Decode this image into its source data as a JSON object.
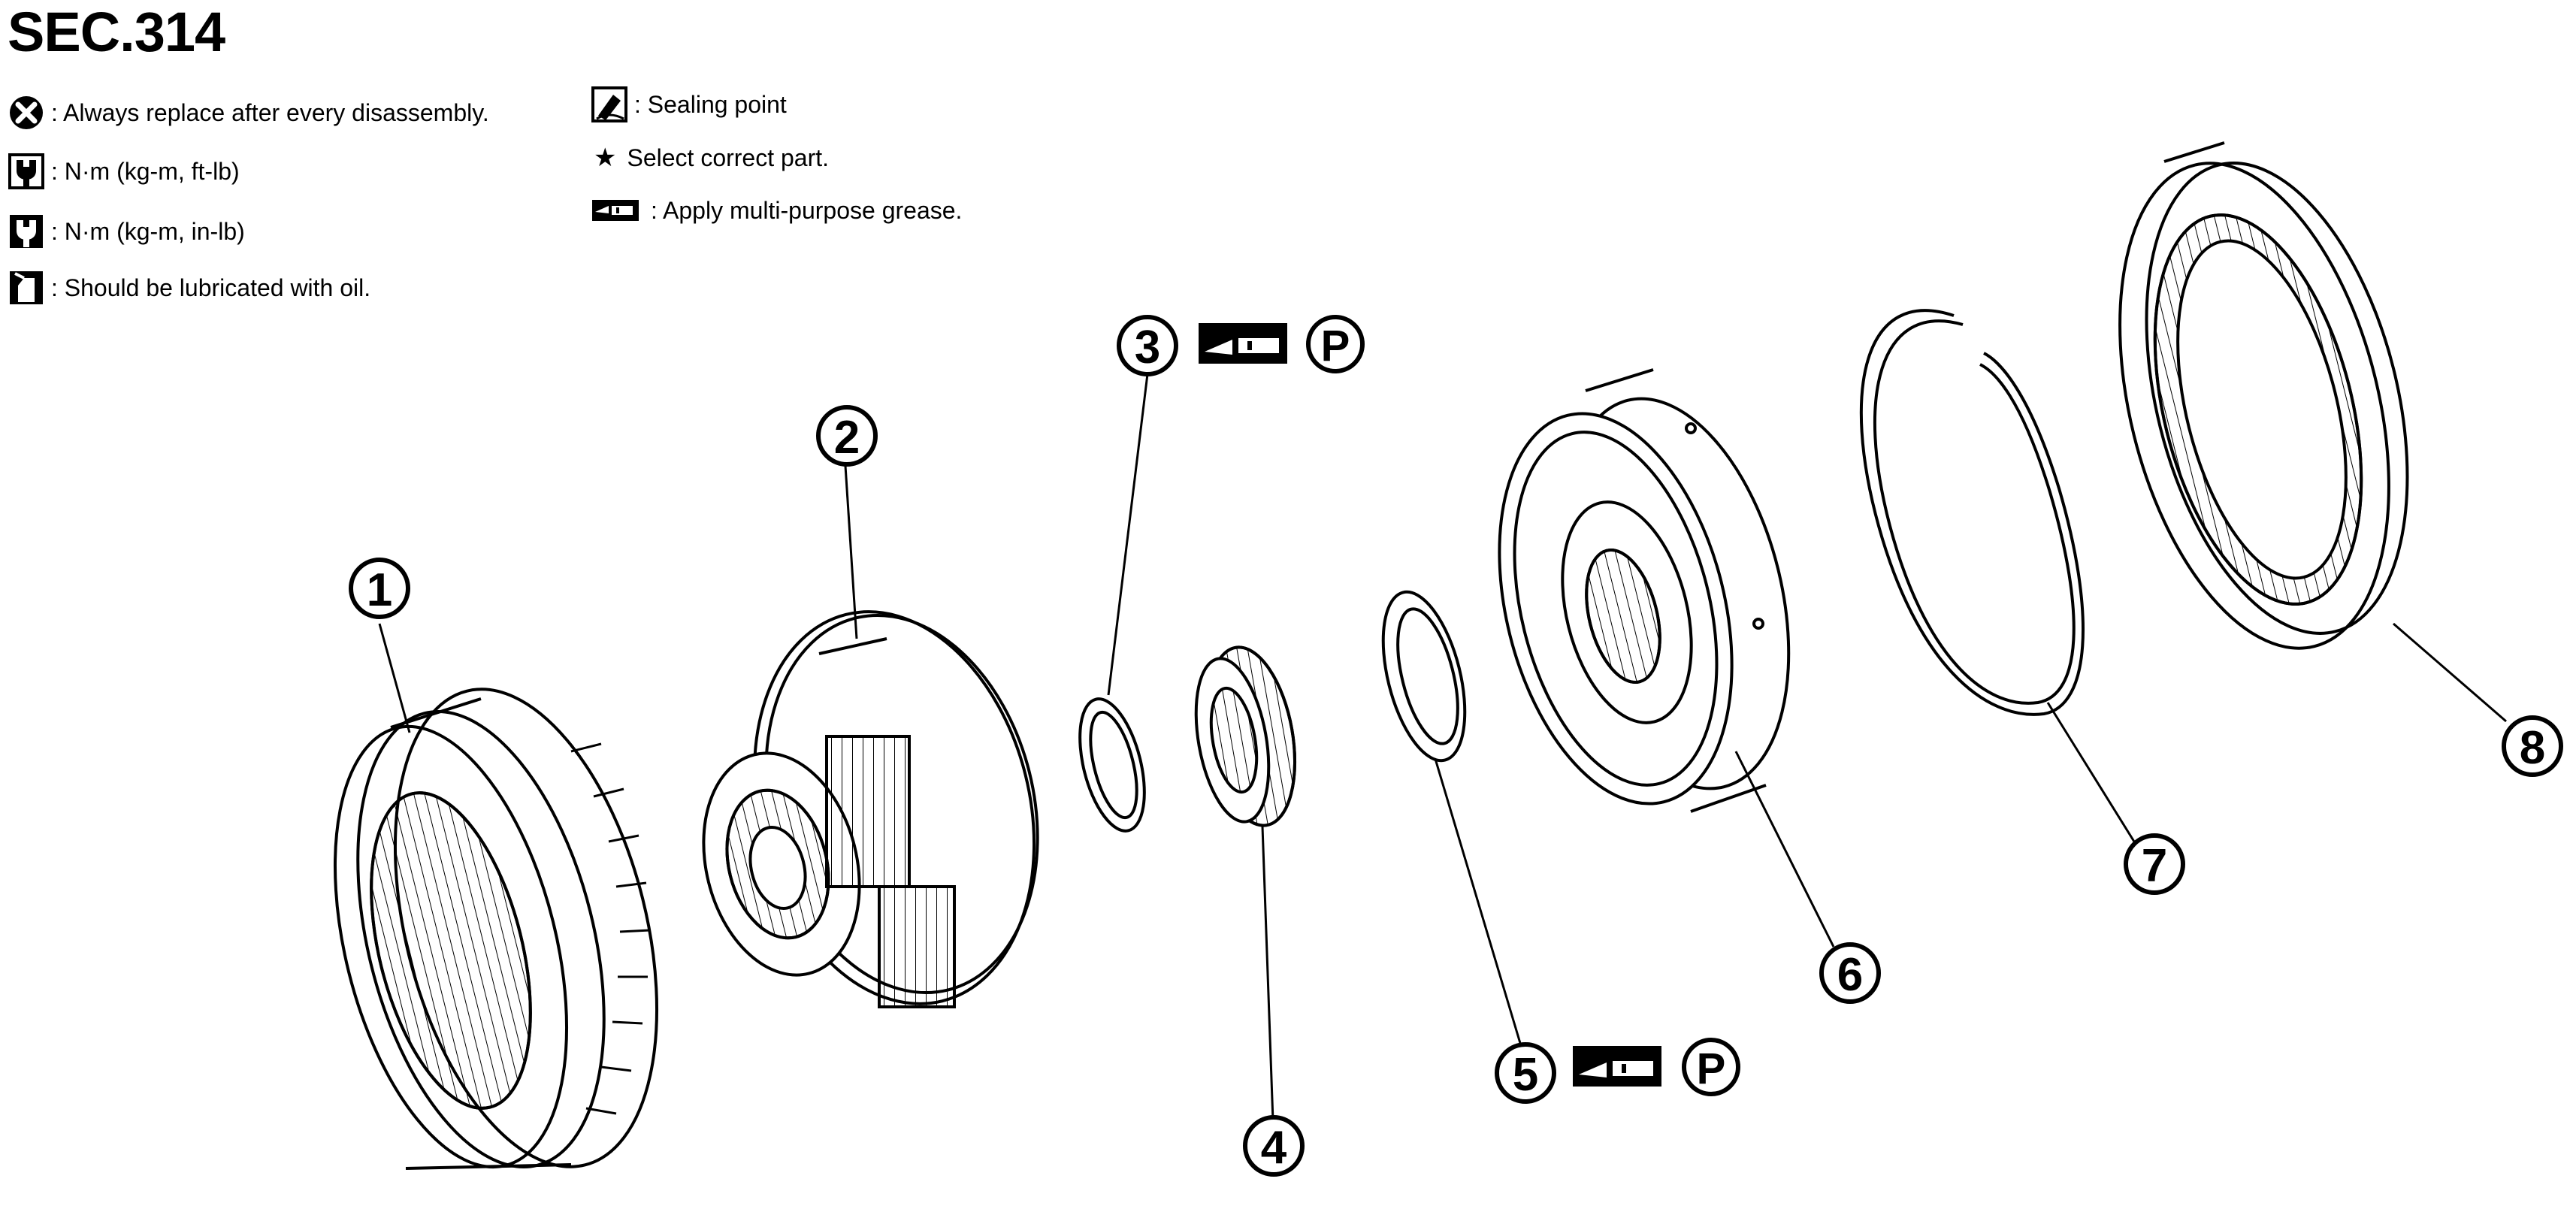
{
  "header": {
    "title": "SEC.314"
  },
  "legend": {
    "replace": ": Always replace after every disassembly.",
    "torque_ft": ": N·m (kg-m, ft-lb)",
    "torque_in": ": N·m (kg-m, in-lb)",
    "lubricate": ": Should be lubricated with oil.",
    "sealing": ": Sealing point",
    "select": "Select correct part.",
    "grease": ": Apply multi-purpose grease."
  },
  "callouts": [
    {
      "id": "1",
      "label": "1"
    },
    {
      "id": "2",
      "label": "2"
    },
    {
      "id": "3",
      "label": "3"
    },
    {
      "id": "4",
      "label": "4"
    },
    {
      "id": "5",
      "label": "5"
    },
    {
      "id": "6",
      "label": "6"
    },
    {
      "id": "7",
      "label": "7"
    },
    {
      "id": "8",
      "label": "8"
    }
  ],
  "symbols": {
    "petroleum_jelly": "P"
  },
  "icons": {
    "replace": "replace-x-icon",
    "torque_ft": "torque-wrench-icon",
    "torque_in": "torque-wrench-small-icon",
    "lubricate": "oil-can-icon",
    "sealing": "sealing-point-icon",
    "select": "star-icon",
    "grease": "grease-gun-icon"
  }
}
